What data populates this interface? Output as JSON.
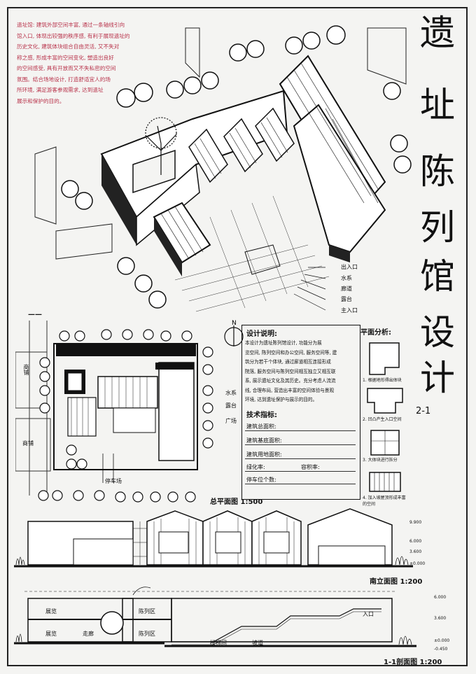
{
  "sheet": {
    "title_chars": [
      "遗",
      "址",
      "陈",
      "列",
      "馆",
      "设",
      "计"
    ],
    "sheet_number": "2-1"
  },
  "intro_note": {
    "lines": [
      "遗址馆: 建筑外部空间丰富, 通过一条轴线引向",
      "馆入口, 体现出较强的秩序感, 有利于展现遗址的",
      "历史文化, 建筑体块组合自由灵活, 又不失对",
      "称之感, 形成丰富的空间变化, 塑造出良好",
      "的空间感受, 具有开放而又不失私密的空间",
      "氛围。结合场地设计, 打造舒适宜人的场",
      "所环境, 满足游客参观需求, 达到遗址",
      "展示和保护的目的。"
    ]
  },
  "axon_labels": [
    "出入口",
    "水系",
    "廊道",
    "露台",
    "主入口"
  ],
  "site_plan": {
    "title": "总平面图 1:500",
    "labels": [
      "商铺",
      "商铺",
      "停车场",
      "水系",
      "露台",
      "广场"
    ]
  },
  "design_notes": {
    "title": "设计说明:",
    "lines": [
      "本设计为遗址陈列馆设计, 功能分为展",
      "览空间, 陈列空间和办公空间, 服务空间等, 建",
      "筑分为若干个体块, 通过廊道相互连接形成",
      "院落, 服务空间与陈列空间相互独立又相互联",
      "系, 展示遗址文化及其历史。充分考虑人流流",
      "线, 合理布局, 营造出丰富的空间体验与景观",
      "环境, 达到遗址保护与展示的目的。"
    ],
    "tech_title": "技术指标:",
    "tech_rows": [
      "建筑总面积:",
      "建筑基底面积:",
      "建筑用地面积:",
      "绿化率:",
      "停车位个数:"
    ],
    "tech_right": "容积率:"
  },
  "plane_analysis": {
    "title": "平面分析:",
    "captions": [
      "1. 根据地形得出体块",
      "2. 凹凸产生入口空间",
      "3. 大体块进行拆分",
      "4. 加入坡屋顶形成丰富的空间"
    ]
  },
  "elevation": {
    "title": "南立面图 1:200",
    "levels": [
      "9.900",
      "6.000",
      "3.600",
      "±0.000"
    ]
  },
  "section": {
    "title": "1-1剖面图 1:200",
    "labels": [
      "展览",
      "展览",
      "走廊",
      "陈列区",
      "陈列区",
      "楼梯间",
      "入口",
      "坡道"
    ],
    "levels": [
      "6.000",
      "3.600",
      "±0.000",
      "-0.450"
    ]
  }
}
